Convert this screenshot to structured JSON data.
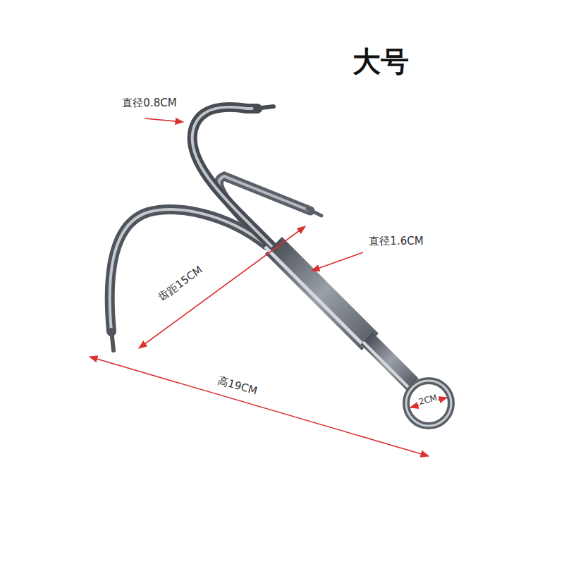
{
  "diagram": {
    "title": "大号",
    "labels": [
      "直径0.8CM",
      "直径1.6CM",
      "齿距15CM",
      "高19CM",
      "2CM"
    ]
  }
}
